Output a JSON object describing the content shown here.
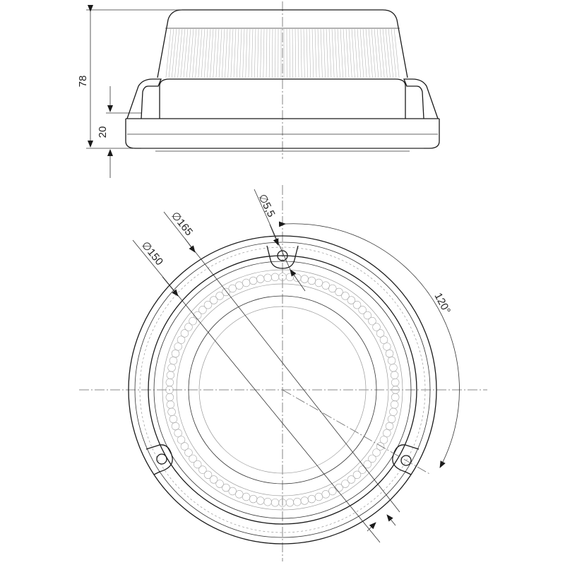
{
  "dimensions": {
    "height_total": "78",
    "height_base": "20",
    "diameter_outer": "∅165",
    "diameter_inner": "∅150",
    "hole_diameter": "∅5,5",
    "hole_angle": "120°"
  }
}
